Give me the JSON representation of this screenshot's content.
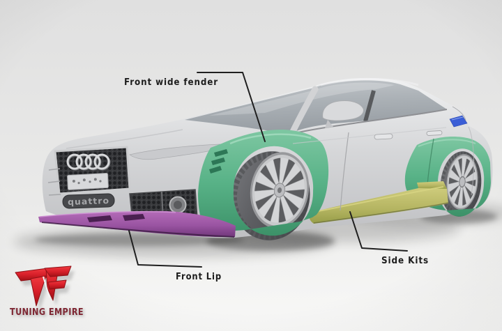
{
  "scene": {
    "description": "3D render of tuned sedan with colored body-kit parts and callout labels",
    "background_top": "#e3e3e3",
    "background_bottom": "#f2f2f0"
  },
  "callouts": {
    "front_wide_fender": {
      "label": "Front wide fender",
      "part_color": "#58ad82"
    },
    "front_lip": {
      "label": "Front Lip",
      "part_color": "#a259a8"
    },
    "side_kits": {
      "label": "Side Kits",
      "part_color": "#b5b562"
    }
  },
  "car": {
    "body_color": "#d7d8da",
    "model_badge": "quattro",
    "brand_mark": "audi-rings",
    "spoiler_tip_color": "#3a5fd8",
    "front_fender_color": "#58ad82",
    "rear_fender_color": "#58ad82",
    "side_skirt_color": "#b5b562",
    "front_lip_color": "#a259a8"
  },
  "branding": {
    "monogram": "TF",
    "name": "TUNING EMPIRE",
    "logo_color": "#d8202a",
    "name_color": "#7f2733"
  }
}
